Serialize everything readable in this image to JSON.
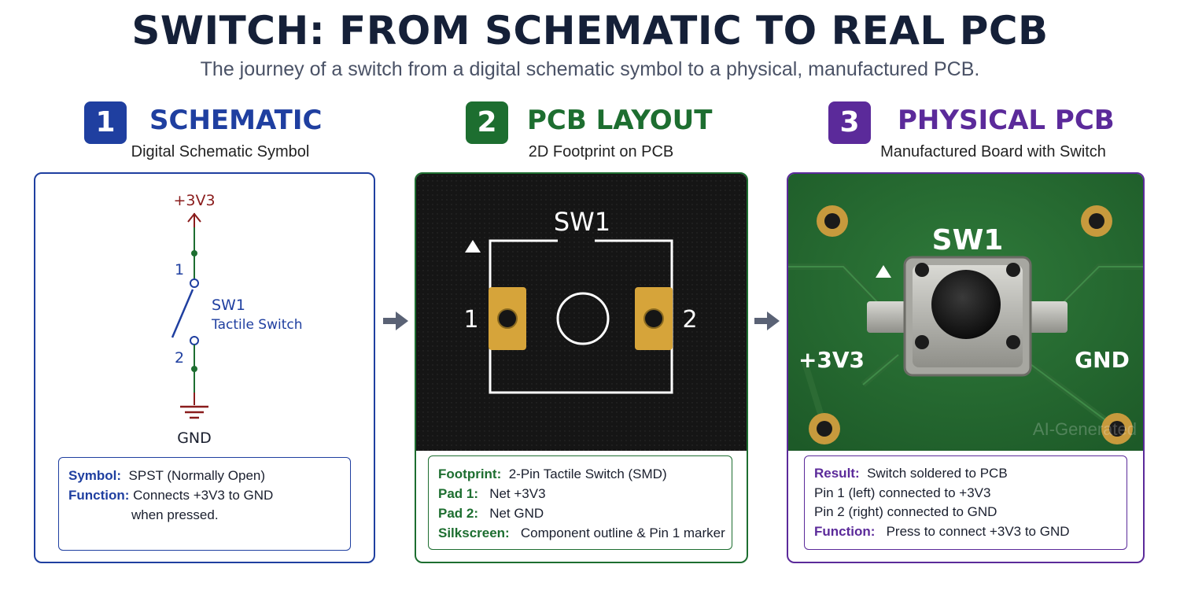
{
  "title": "SWITCH: FROM SCHEMATIC TO REAL PCB",
  "subtitle": "The journey of a switch from a digital schematic symbol to a physical, manufactured PCB.",
  "colors": {
    "blue": "#1f3fa0",
    "green": "#1d6e30",
    "purple": "#5b2a9a",
    "pad": "#d6a43a"
  },
  "steps": [
    {
      "number": "1",
      "title": "SCHEMATIC",
      "subtitle": "Digital Schematic Symbol",
      "labels": {
        "power": "+3V3",
        "pin1": "1",
        "pin2": "2",
        "ref": "SW1",
        "desc": "Tactile Switch",
        "ground": "GND"
      },
      "info": [
        {
          "key": "Symbol:",
          "value": "SPST (Normally Open)"
        },
        {
          "key": "Function:",
          "value": "Connects +3V3 to GND"
        },
        {
          "key": "",
          "value": "when pressed."
        }
      ]
    },
    {
      "number": "2",
      "title": "PCB LAYOUT",
      "subtitle": "2D Footprint on PCB",
      "labels": {
        "ref": "SW1",
        "pad1": "1",
        "pad2": "2"
      },
      "info": [
        {
          "key": "Footprint:",
          "value": "2-Pin Tactile Switch (SMD)"
        },
        {
          "key": "Pad 1:",
          "value": "Net  +3V3"
        },
        {
          "key": "Pad 2:",
          "value": "Net  GND"
        },
        {
          "key": "Silkscreen:",
          "value": "Component outline & Pin 1 marker"
        }
      ]
    },
    {
      "number": "3",
      "title": "PHYSICAL PCB",
      "subtitle": "Manufactured Board with Switch",
      "labels": {
        "ref": "SW1",
        "left": "+3V3",
        "right": "GND",
        "watermark": "AI-Generated"
      },
      "info": [
        {
          "key": "Result:",
          "value": "Switch soldered to PCB"
        },
        {
          "key": "",
          "value": "Pin 1 (left) connected to +3V3"
        },
        {
          "key": "",
          "value": "Pin 2 (right) connected to GND"
        },
        {
          "key": "Function:",
          "value": "Press to connect +3V3 to GND"
        }
      ]
    }
  ]
}
